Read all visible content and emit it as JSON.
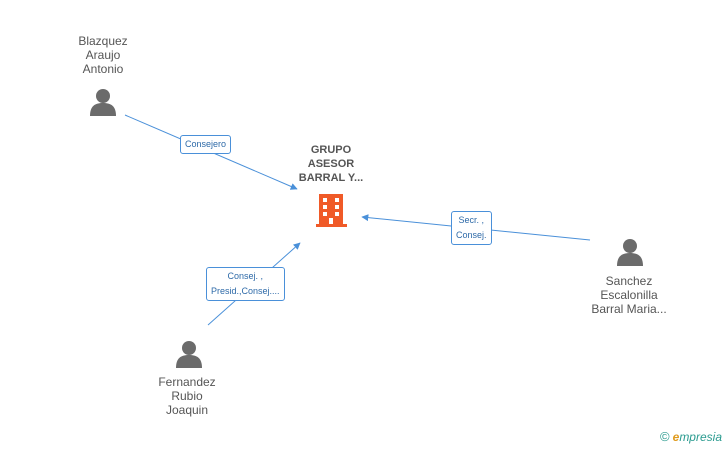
{
  "center": {
    "name": "GRUPO\nASESOR\nBARRAL Y...",
    "icon": "building-icon",
    "color": "#f05a28"
  },
  "people": [
    {
      "id": "blazquez",
      "name": "Blazquez\nAraujo\nAntonio",
      "icon": "person-icon"
    },
    {
      "id": "fernandez",
      "name": "Fernandez\nRubio\nJoaquin",
      "icon": "person-icon"
    },
    {
      "id": "sanchez",
      "name": "Sanchez\nEscalonilla\nBarral Maria...",
      "icon": "person-icon"
    }
  ],
  "edges": [
    {
      "from": "blazquez",
      "label": "Consejero"
    },
    {
      "from": "fernandez",
      "label": "Consej. ,\nPresid.,Consej...."
    },
    {
      "from": "sanchez",
      "label": "Secr. ,\nConsej."
    }
  ],
  "colors": {
    "edge": "#4a90d9",
    "person": "#6b6b6b",
    "text": "#555555"
  },
  "brand": {
    "copyright": "©",
    "initial": "e",
    "rest": "mpresia"
  }
}
